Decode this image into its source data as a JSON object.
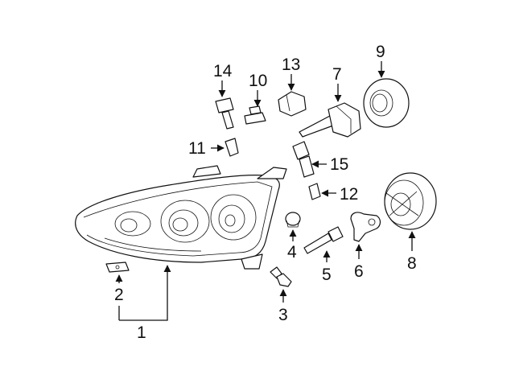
{
  "callouts": {
    "c1": "1",
    "c2": "2",
    "c3": "3",
    "c4": "4",
    "c5": "5",
    "c6": "6",
    "c7": "7",
    "c8": "8",
    "c9": "9",
    "c10": "10",
    "c11": "11",
    "c12": "12",
    "c13": "13",
    "c14": "14",
    "c15": "15"
  },
  "colors": {
    "line": "#111111",
    "background": "#ffffff"
  }
}
